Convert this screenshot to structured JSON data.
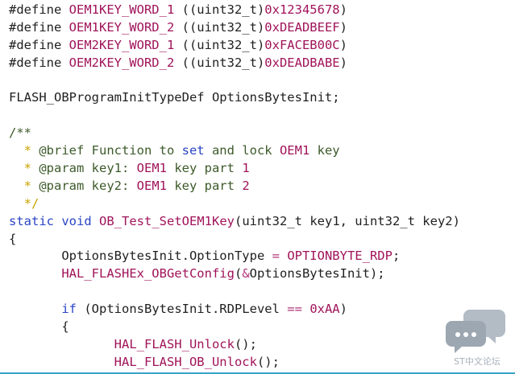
{
  "code_lines": [
    [
      {
        "t": "#define ",
        "c": "pl"
      },
      {
        "t": "OEM1KEY_WORD_1",
        "c": "mc"
      },
      {
        "t": " ((uint32_t)",
        "c": "pl"
      },
      {
        "t": "0x12345678",
        "c": "hx"
      },
      {
        "t": ")",
        "c": "pl"
      }
    ],
    [
      {
        "t": "#define ",
        "c": "pl"
      },
      {
        "t": "OEM1KEY_WORD_2",
        "c": "mc"
      },
      {
        "t": " ((uint32_t)",
        "c": "pl"
      },
      {
        "t": "0xDEADBEEF",
        "c": "hx"
      },
      {
        "t": ")",
        "c": "pl"
      }
    ],
    [
      {
        "t": "#define ",
        "c": "pl"
      },
      {
        "t": "OEM2KEY_WORD_1",
        "c": "mc"
      },
      {
        "t": " ((uint32_t)",
        "c": "pl"
      },
      {
        "t": "0xFACEB00C",
        "c": "hx"
      },
      {
        "t": ")",
        "c": "pl"
      }
    ],
    [
      {
        "t": "#define ",
        "c": "pl"
      },
      {
        "t": "OEM2KEY_WORD_2",
        "c": "mc"
      },
      {
        "t": " ((uint32_t)",
        "c": "pl"
      },
      {
        "t": "0xDEADBABE",
        "c": "hx"
      },
      {
        "t": ")",
        "c": "pl"
      }
    ],
    [
      {
        "t": "",
        "c": "pl"
      }
    ],
    [
      {
        "t": "FLASH_OBProgramInitTypeDef OptionsBytesInit;",
        "c": "pl"
      }
    ],
    [
      {
        "t": "",
        "c": "pl"
      }
    ],
    [
      {
        "t": "/**",
        "c": "cm"
      }
    ],
    [
      {
        "t": "  * ",
        "c": "cs"
      },
      {
        "t": "@brief Function to ",
        "c": "cm"
      },
      {
        "t": "set",
        "c": "kw"
      },
      {
        "t": " and lock ",
        "c": "cm"
      },
      {
        "t": "OEM1",
        "c": "mc"
      },
      {
        "t": " key",
        "c": "cm"
      }
    ],
    [
      {
        "t": "  * ",
        "c": "cs"
      },
      {
        "t": "@param key1: ",
        "c": "cm"
      },
      {
        "t": "OEM1",
        "c": "mc"
      },
      {
        "t": " key part ",
        "c": "cm"
      },
      {
        "t": "1",
        "c": "hx"
      }
    ],
    [
      {
        "t": "  * ",
        "c": "cs"
      },
      {
        "t": "@param key2: ",
        "c": "cm"
      },
      {
        "t": "OEM1",
        "c": "mc"
      },
      {
        "t": " key part ",
        "c": "cm"
      },
      {
        "t": "2",
        "c": "hx"
      }
    ],
    [
      {
        "t": "  */",
        "c": "cs"
      }
    ],
    [
      {
        "t": "static",
        "c": "kw"
      },
      {
        "t": " ",
        "c": "pl"
      },
      {
        "t": "void",
        "c": "kw"
      },
      {
        "t": " ",
        "c": "pl"
      },
      {
        "t": "OB_Test_SetOEM1Key",
        "c": "fn"
      },
      {
        "t": "(uint32_t key1, uint32_t key2)",
        "c": "pl"
      }
    ],
    [
      {
        "t": "{",
        "c": "pl"
      }
    ],
    [
      {
        "t": "       OptionsBytesInit.OptionType ",
        "c": "pl"
      },
      {
        "t": "=",
        "c": "op"
      },
      {
        "t": " ",
        "c": "pl"
      },
      {
        "t": "OPTIONBYTE_RDP",
        "c": "mc"
      },
      {
        "t": ";",
        "c": "pl"
      }
    ],
    [
      {
        "t": "       ",
        "c": "pl"
      },
      {
        "t": "HAL_FLASHEx_OBGetConfig",
        "c": "fn"
      },
      {
        "t": "(",
        "c": "pl"
      },
      {
        "t": "&",
        "c": "op"
      },
      {
        "t": "OptionsBytesInit);",
        "c": "pl"
      }
    ],
    [
      {
        "t": "",
        "c": "pl"
      }
    ],
    [
      {
        "t": "       ",
        "c": "pl"
      },
      {
        "t": "if",
        "c": "kw"
      },
      {
        "t": " (OptionsBytesInit.RDPLevel ",
        "c": "pl"
      },
      {
        "t": "==",
        "c": "op"
      },
      {
        "t": " ",
        "c": "pl"
      },
      {
        "t": "0xAA",
        "c": "hx"
      },
      {
        "t": ")",
        "c": "pl"
      }
    ],
    [
      {
        "t": "       {",
        "c": "pl"
      }
    ],
    [
      {
        "t": "              ",
        "c": "pl"
      },
      {
        "t": "HAL_FLASH_Unlock",
        "c": "fn"
      },
      {
        "t": "();",
        "c": "pl"
      }
    ],
    [
      {
        "t": "              ",
        "c": "pl"
      },
      {
        "t": "HAL_FLASH_OB_Unlock",
        "c": "fn"
      },
      {
        "t": "();",
        "c": "pl"
      }
    ]
  ],
  "watermark": {
    "icon": "chat-bubbles-icon",
    "label": "ST中文论坛"
  },
  "colors": {
    "magenta": "#a0145a",
    "blue": "#2a44c4",
    "comment_star": "#c8a400",
    "accent_bar": "#3aa3c8"
  }
}
